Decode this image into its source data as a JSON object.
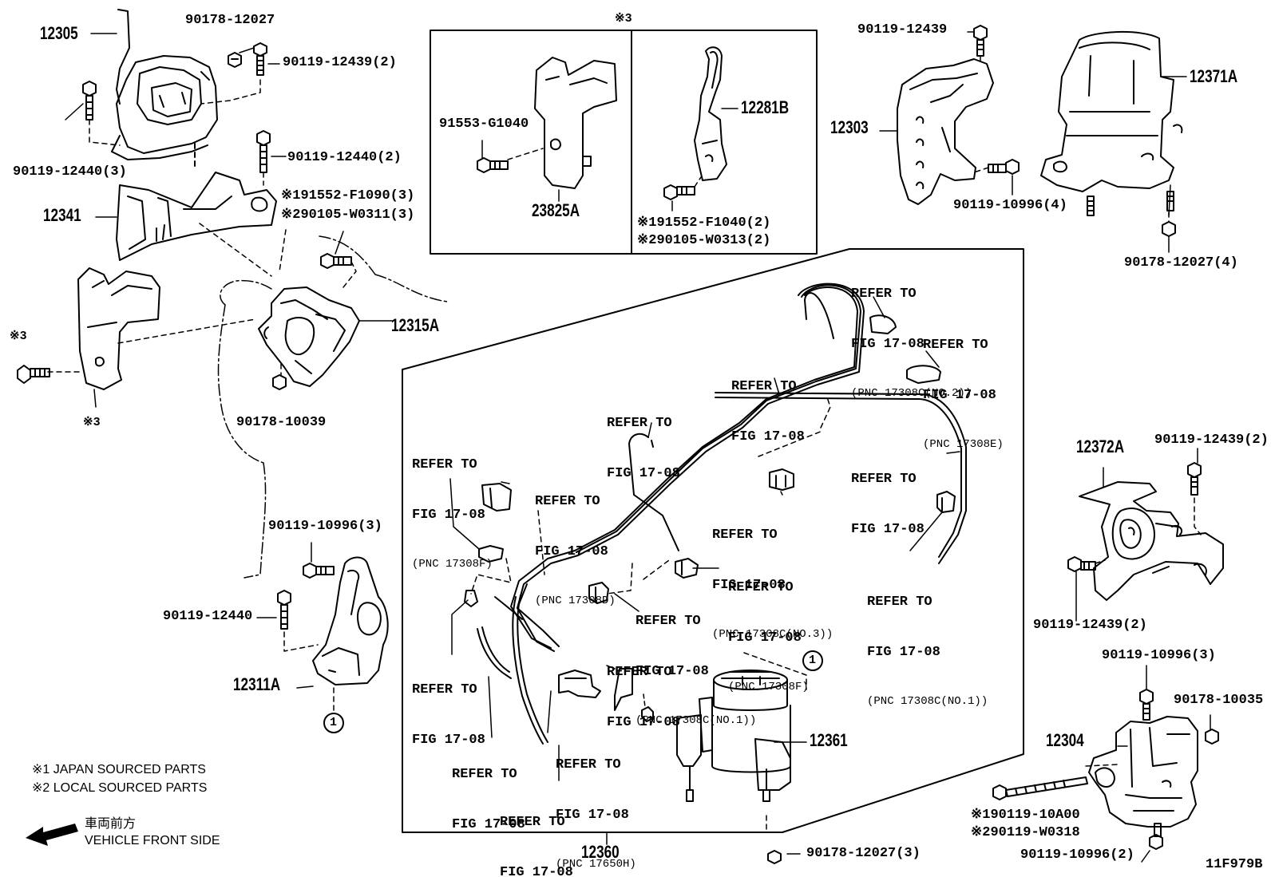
{
  "labels": {
    "p12305": "12305",
    "p90178_12027": "90178-12027",
    "p90119_12439_2a": "90119-12439(2)",
    "p90119_12440_3": "90119-12440(3)",
    "p90119_12440_2": "90119-12440(2)",
    "p12341": "12341",
    "n1_f1090": "※191552-F1090(3)",
    "n2_w0311": "※290105-W0311(3)",
    "p12315a": "12315A",
    "note3_left": "※3",
    "note3_left2": "※3",
    "p90178_10039": "90178-10039",
    "p90119_10996_3": "90119-10996(3)",
    "p90119_12440": "90119-12440",
    "p12311a": "12311A",
    "circle1_left": "1",
    "note3_top": "※3",
    "p91553_g1040": "91553-G1040",
    "p23825a": "23825A",
    "p12281b": "12281B",
    "n1_f1040": "※191552-F1040(2)",
    "n2_w0313": "※290105-W0313(2)",
    "p90119_12439_top": "90119-12439",
    "p12303": "12303",
    "p12371a": "12371A",
    "p90119_10996_4": "90119-10996(4)",
    "p90178_12027_4": "90178-12027(4)",
    "p12372a": "12372A",
    "p90119_12439_2b": "90119-12439(2)",
    "p90119_12439_2c": "90119-12439(2)",
    "p90119_10996_3b": "90119-10996(3)",
    "p90178_10035": "90178-10035",
    "p12304": "12304",
    "n1_10a00": "※190119-10A00",
    "n2_w0318": "※290119-W0318",
    "p90119_10996_2": "90119-10996(2)",
    "p12360": "12360",
    "p90178_12027_3": "90178-12027(3)",
    "p12361": "12361",
    "circle1_center": "1",
    "code": "11F979B"
  },
  "refs": {
    "r1_a": "REFER TO",
    "r1_b": "FIG 17-08",
    "r1_c": "(PNC 17308C(NO.2))",
    "r2_a": "REFER TO",
    "r2_b": "FIG 17-08",
    "r2_c": "(PNC 17308E)",
    "r3_a": "REFER TO",
    "r3_b": "FIG 17-08",
    "r4_a": "REFER TO",
    "r4_b": "FIG 17-08",
    "r5_a": "REFER TO",
    "r5_b": "FIG 17-08",
    "r6_a": "REFER TO",
    "r6_b": "FIG 17-08",
    "r6_c": "(PNC 17308F)",
    "r7_a": "REFER TO",
    "r7_b": "FIG 17-08",
    "r7_c": "(PNC 17308D)",
    "r8_a": "REFER TO",
    "r8_b": "FIG 17-08",
    "r8_c": "(PNC 17308C(NO.3))",
    "r9_a": "REFER TO",
    "r9_b": "FIG 17-08",
    "r9_c": "(PNC 17308F)",
    "r10_a": "REFER TO",
    "r10_b": "FIG 17-08",
    "r10_c": "(PNC 17308C(NO.1))",
    "r11_a": "REFER TO",
    "r11_b": "FIG 17-08",
    "r11_c": "(PNC 17308C(NO.1))",
    "r12_a": "REFER TO",
    "r12_b": "FIG 17-08",
    "r13_a": "REFER TO",
    "r13_b": "FIG 17-08",
    "r14_a": "REFER TO",
    "r14_b": "FIG 17-08",
    "r14_c": "(PNC 17650H)",
    "r15_a": "REFER TO",
    "r15_b": "FIG 17-08",
    "r16_a": "REFER TO",
    "r16_b": "FIG 17-08"
  },
  "notes": {
    "japan": "※1 JAPAN SOURCED PARTS",
    "local": "※2 LOCAL SOURCED PARTS",
    "front_jp": "車両前方",
    "front_en": "VEHICLE FRONT SIDE"
  }
}
